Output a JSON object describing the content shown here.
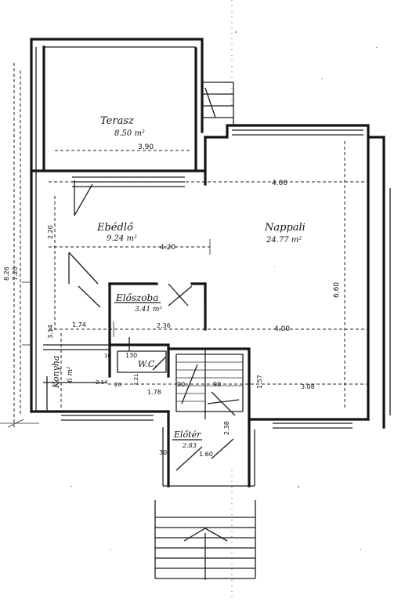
{
  "rooms": {
    "terasz": {
      "name": "Terasz",
      "area": "8.50 m²",
      "dim": "3.90"
    },
    "ebedlo": {
      "name": "Ebédlő",
      "area": "9.24 m²",
      "dim": "4.20"
    },
    "nappali": {
      "name": "Nappali",
      "area": "24.77 m²",
      "dim": "6.60"
    },
    "eloszoba": {
      "name": "Előszoba",
      "area": "3.41 m²"
    },
    "konyha": {
      "name": "Konyha",
      "area": "6 m²"
    },
    "wc": {
      "name": "W.C."
    },
    "eloter": {
      "name": "Előtér",
      "area": "2.83",
      "dim": "1.60"
    }
  },
  "dimensions": {
    "d400_top": "4.00",
    "d400_mid": "4.00",
    "d220": "2.20",
    "d174": "1.74",
    "d236": "2.36",
    "d314": "3.14",
    "d130": "130",
    "d10": "10",
    "d214": "2.14",
    "d20": "20",
    "d121": "1.21",
    "d178": "1.78",
    "d90a": "90",
    "d90b": "90",
    "d157": "1.57",
    "d308": "3.08",
    "d30": "30",
    "d238": "2.38",
    "d720": "7.20",
    "d826": "8.26"
  }
}
